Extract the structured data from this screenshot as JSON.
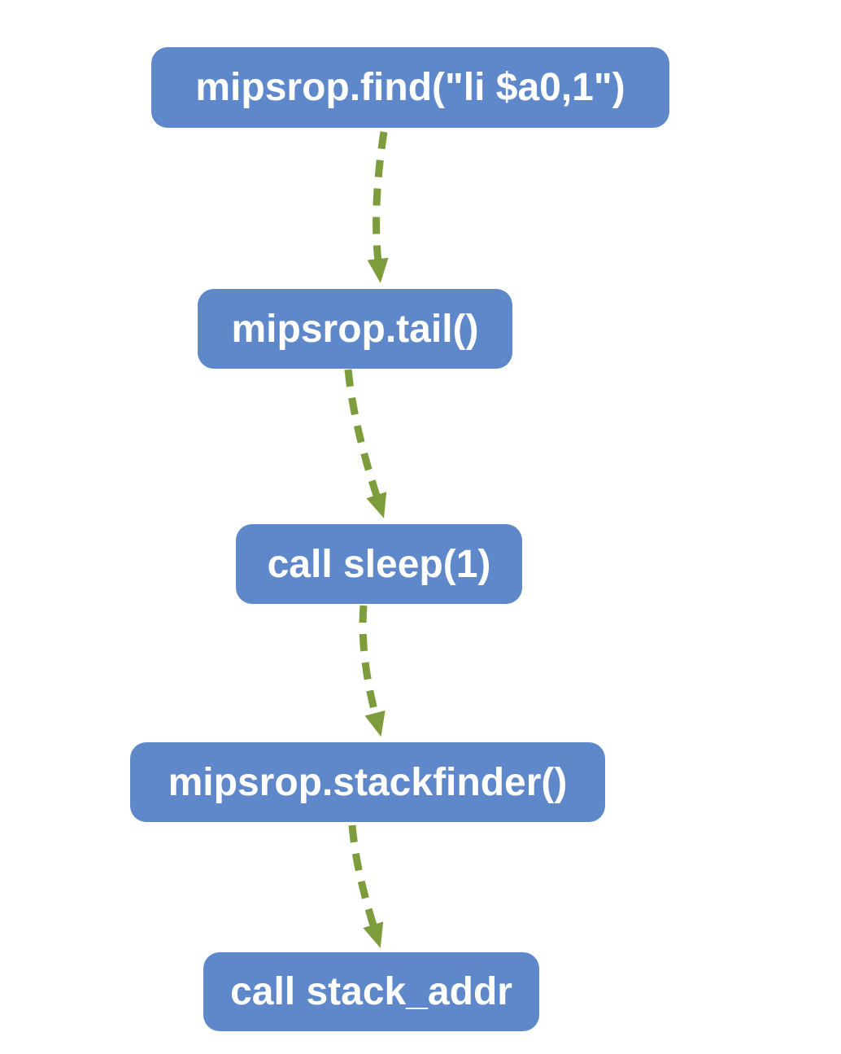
{
  "diagram": {
    "type": "flowchart",
    "direction": "top-down",
    "nodes": [
      {
        "id": "find",
        "label": "mipsrop.find(\"li $a0,1\")"
      },
      {
        "id": "tail",
        "label": "mipsrop.tail()"
      },
      {
        "id": "sleep",
        "label": "call sleep(1)"
      },
      {
        "id": "stackfinder",
        "label": "mipsrop.stackfinder()"
      },
      {
        "id": "stack_addr",
        "label": "call stack_addr"
      }
    ],
    "edges": [
      {
        "from": "find",
        "to": "tail",
        "style": "dashed-arrow"
      },
      {
        "from": "tail",
        "to": "sleep",
        "style": "dashed-arrow"
      },
      {
        "from": "sleep",
        "to": "stackfinder",
        "style": "dashed-arrow"
      },
      {
        "from": "stackfinder",
        "to": "stack_addr",
        "style": "dashed-arrow"
      }
    ],
    "colors": {
      "node_fill": "#5e88c9",
      "node_text": "#ffffff",
      "edge": "#7d9d3c",
      "background": "#ffffff"
    }
  }
}
